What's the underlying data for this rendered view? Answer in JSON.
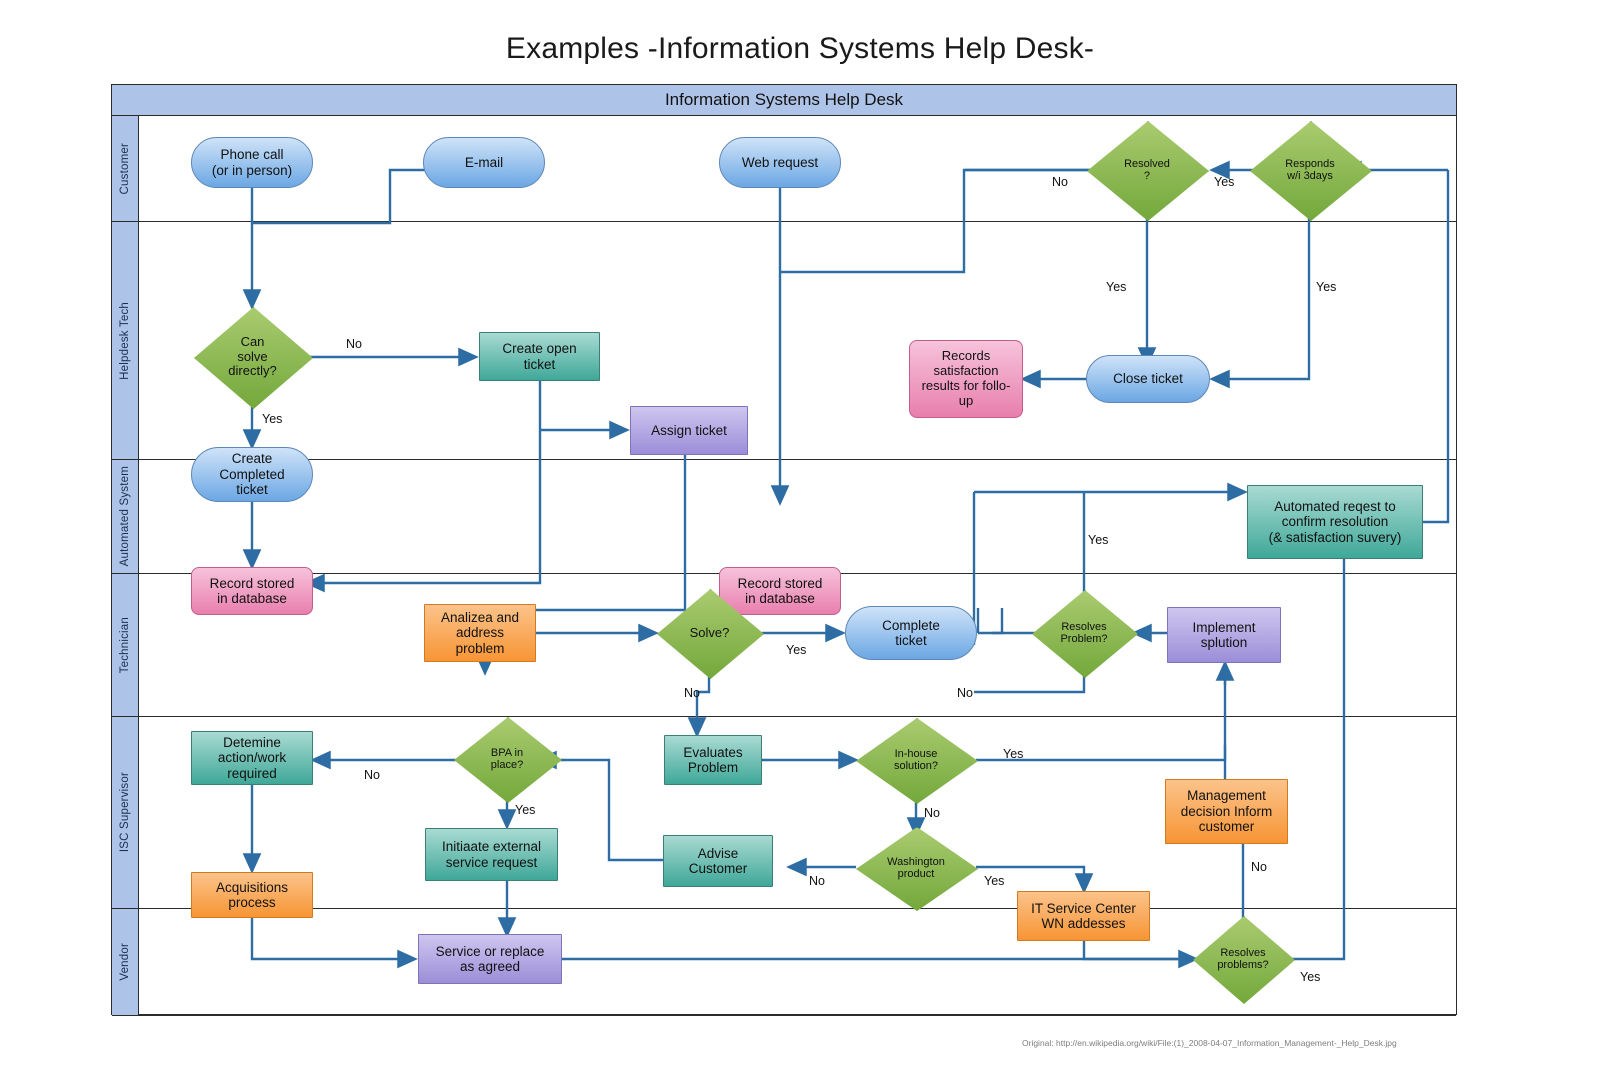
{
  "title": "Examples -Information Systems Help Desk-",
  "pool": {
    "name": "Information Systems Help Desk"
  },
  "lanes": [
    {
      "id": "customer",
      "label": "Customer"
    },
    {
      "id": "helpdesk",
      "label": "Helpdesk Tech"
    },
    {
      "id": "automated",
      "label": "Automated System"
    },
    {
      "id": "technician",
      "label": "Technician"
    },
    {
      "id": "isc",
      "label": "ISC Supervisor"
    },
    {
      "id": "vendor",
      "label": "Vendor"
    }
  ],
  "nodes": {
    "phone_call": "Phone call\n(or in person)",
    "email": "E-mail",
    "web_request": "Web request",
    "resolved_q": "Resolved\n?",
    "responds_q": "Responds\nw/i 3days",
    "can_solve_q": "Can\nsolve\ndirectly?",
    "create_open_ticket": "Create open\nticket",
    "assign_ticket": "Assign ticket",
    "create_completed_ticket": "Create\nCompleted\nticket",
    "records_satisfaction": "Records\nsatisfaction\nresults for follo-\nup",
    "close_ticket": "Close ticket",
    "record_stored_1": "Record stored\nin database",
    "record_stored_2": "Record stored\nin database",
    "automated_request": "Automated reqest to\nconfirm resolution\n(& satisfaction suvery)",
    "analizea": "Analizea and\naddress\nproblem",
    "solve_q": "Solve?",
    "complete_ticket": "Complete\nticket",
    "resolves_problem_q": "Resolves\nProblem?",
    "implement_solution": "Implement\nsplution",
    "determine_action": "Detemine\naction/work\nrequired",
    "bpa_q": "BPA in\nplace?",
    "evaluates_problem": "Evaluates\nProblem",
    "inhouse_q": "In-house\nsolution?",
    "management_decision": "Management\ndecision Inform\ncustomer",
    "acquisitions": "Acquisitions\nprocess",
    "initiate_external": "Initiaate external\nservice request",
    "advise_customer": "Advise\nCustomer",
    "washington_q": "Washington\nproduct",
    "it_service_center": "IT Service Center\nWN addesses",
    "service_replace": "Service or replace\nas agreed",
    "resolves_problems_q": "Resolves\nproblems?"
  },
  "edge_labels": {
    "resolved_no": "No",
    "responds_yes": "Yes",
    "resolved_yes": "Yes",
    "responds_yes2": "Yes",
    "can_solve_no": "No",
    "can_solve_yes": "Yes",
    "automated_yes": "Yes",
    "solve_yes": "Yes",
    "solve_no": "No",
    "resolves_problem_no": "No",
    "bpa_no": "No",
    "bpa_yes": "Yes",
    "inhouse_yes": "Yes",
    "inhouse_no": "No",
    "washington_no": "No",
    "washington_yes": "Yes",
    "vendor_no": "No",
    "vendor_yes": "Yes"
  },
  "footer": "Original: http://en.wikipedia.org/wiki/File:(1)_2008-04-07_Information_Management-_Help_Desk.jpg",
  "colors": {
    "lane_header": "#aec3e8",
    "blue_node": "#6ba7e4",
    "teal_node": "#3fa898",
    "purple_node": "#9b8ed8",
    "pink_node": "#e87fae",
    "orange_node": "#f79535",
    "green_decision": "#74a83c",
    "connector": "#2e6da4"
  }
}
